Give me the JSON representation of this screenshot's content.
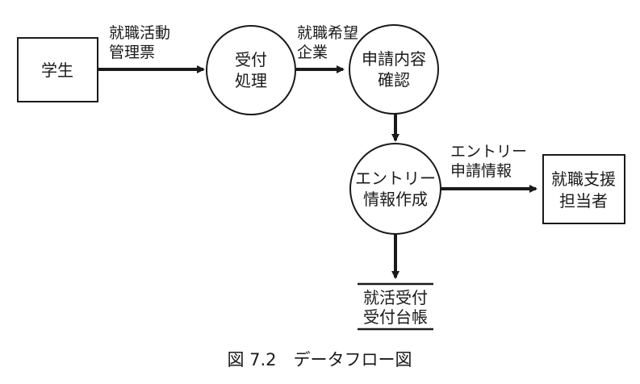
{
  "diagram": {
    "nodes": {
      "student": {
        "line1": "学生"
      },
      "reception": {
        "line1": "受付",
        "line2": "処理"
      },
      "confirm": {
        "line1": "申請内容",
        "line2": "確認"
      },
      "entry": {
        "line1": "エントリー",
        "line2": "情報作成"
      },
      "support": {
        "line1": "就職支援",
        "line2": "担当者"
      },
      "ledger": {
        "line1": "就活受付",
        "line2": "受付台帳"
      }
    },
    "flows": {
      "f1": {
        "line1": "就職活動",
        "line2": "管理票"
      },
      "f2": {
        "line1": "就職希望",
        "line2": "企業"
      },
      "f4": {
        "line1": "エントリー",
        "line2": "申請情報"
      }
    }
  },
  "caption": "図 7.2　データフロー図",
  "colors": {
    "ink": "#1a1a1a",
    "background": "#ffffff"
  }
}
